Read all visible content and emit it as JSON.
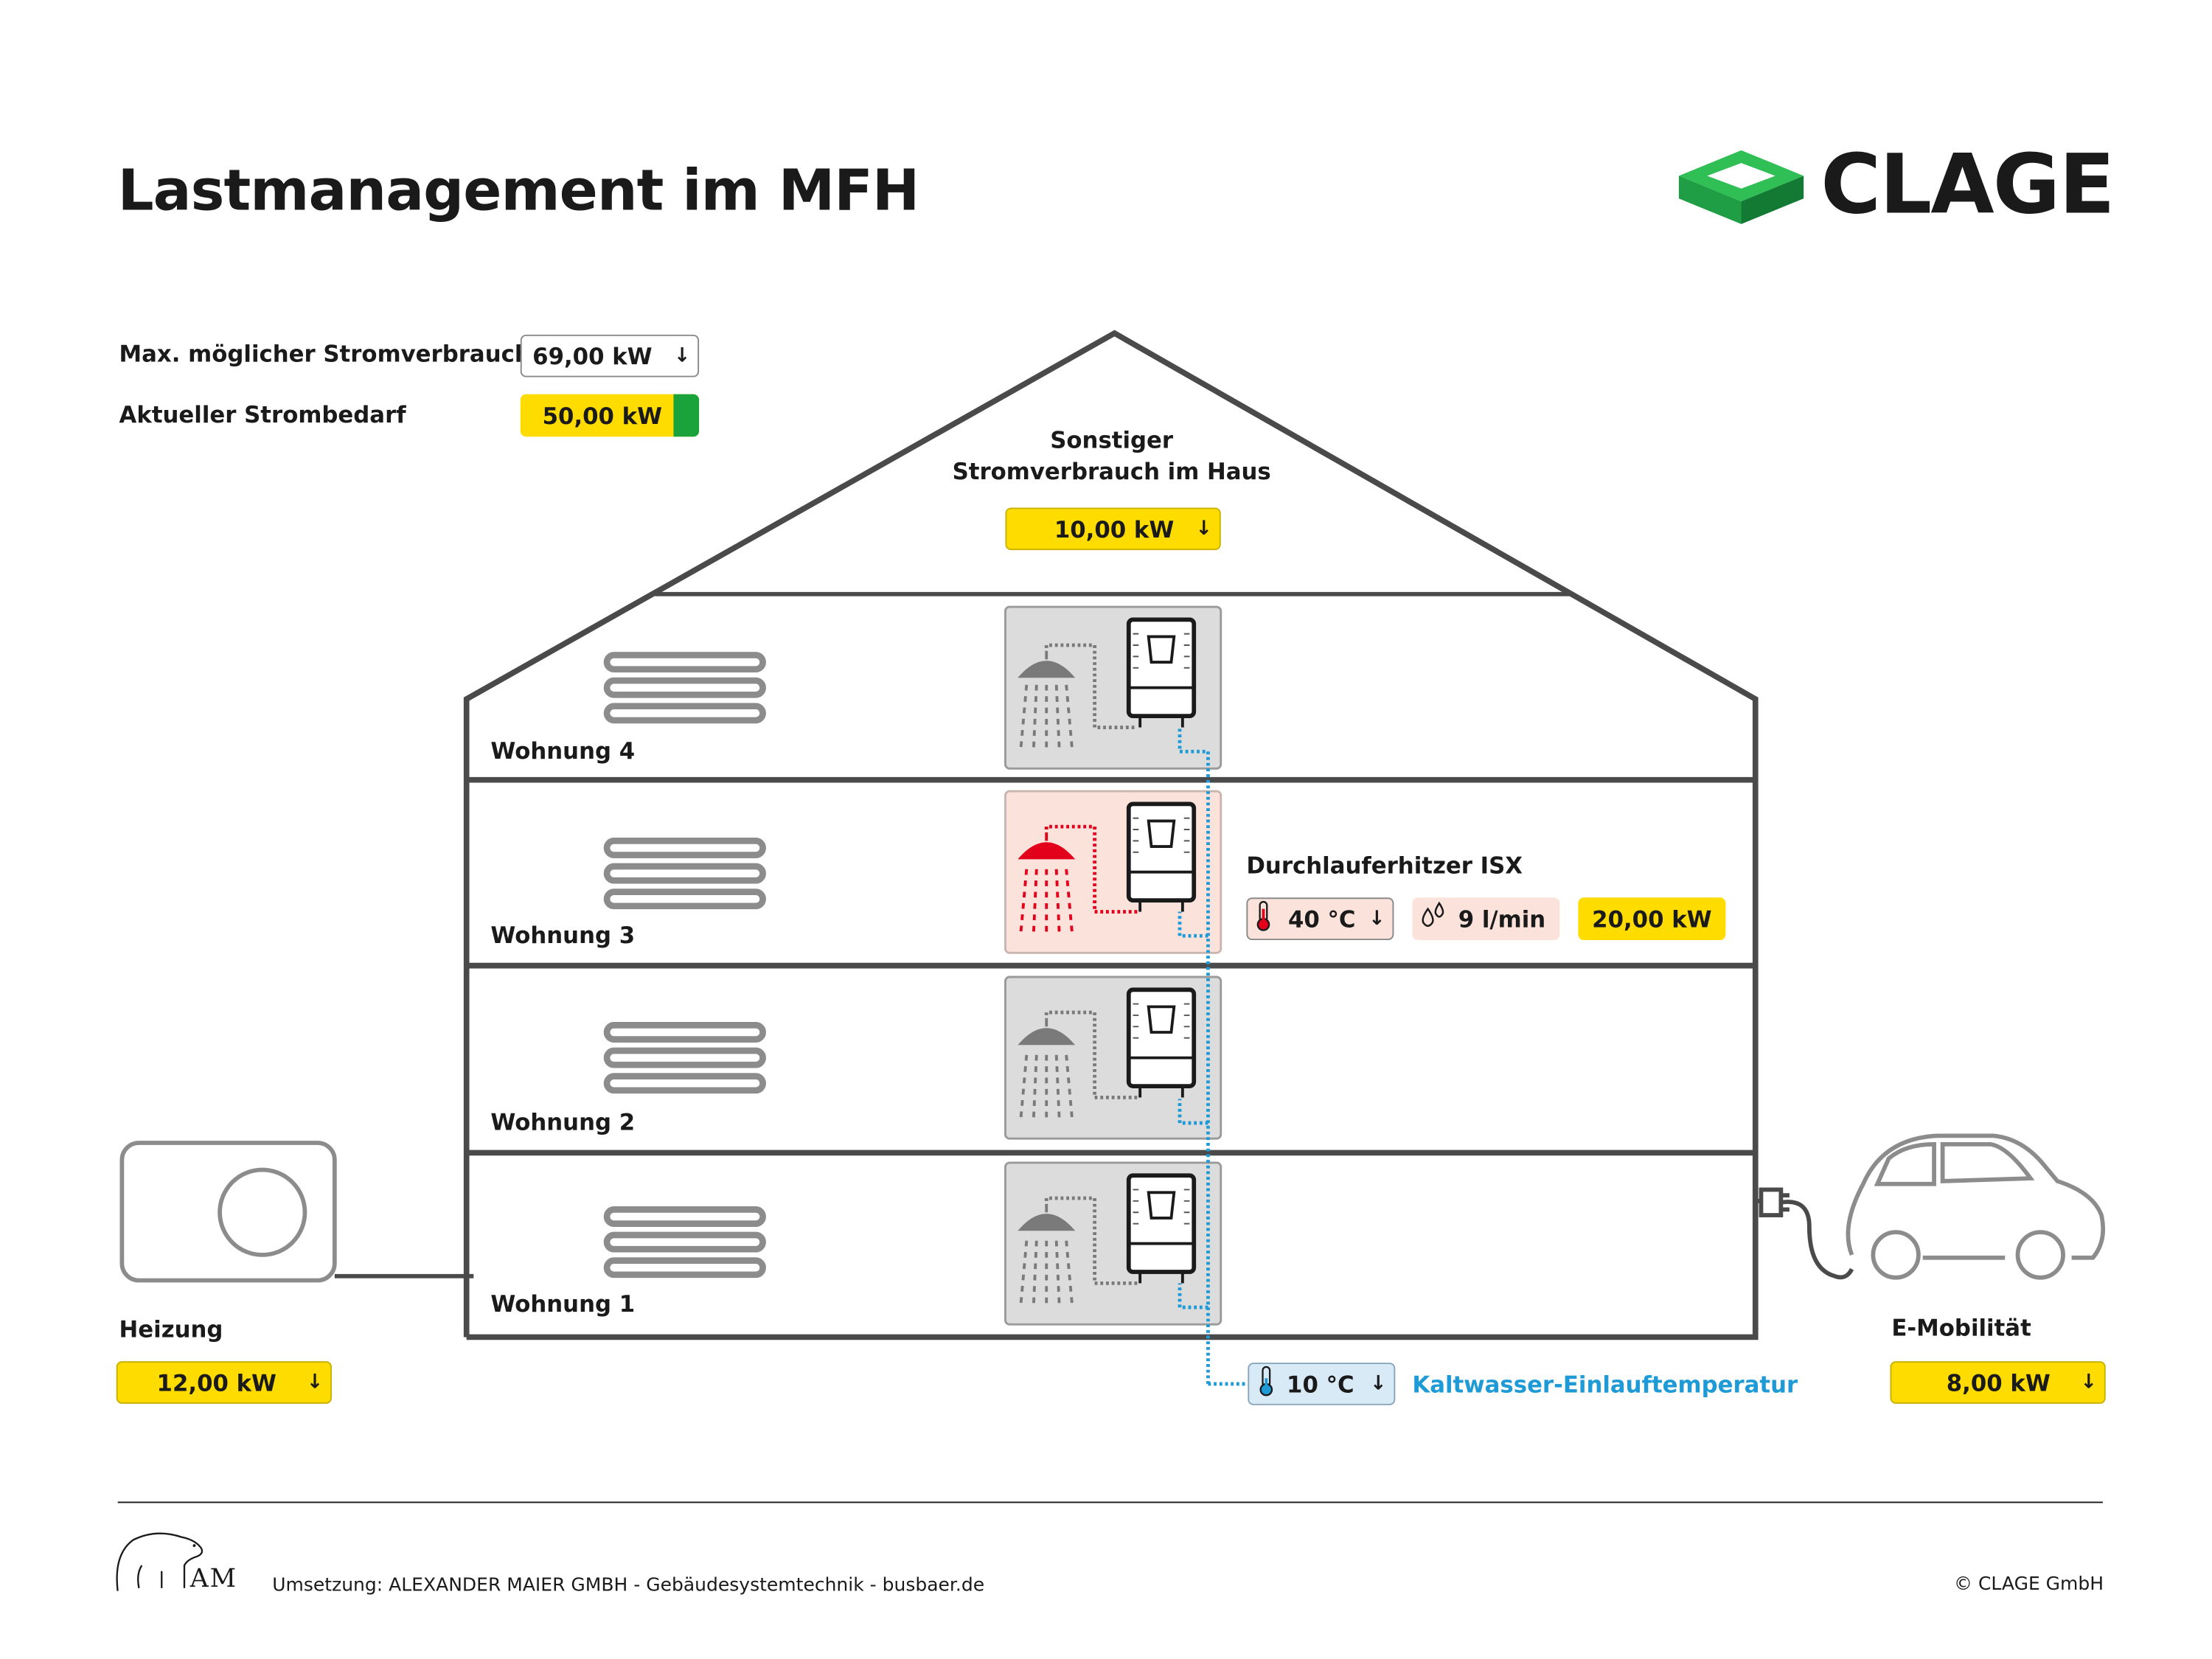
{
  "title": "Lastmanagement im MFH",
  "brand": {
    "name": "CLAGE",
    "color_light": "#27b24a",
    "color_dark": "#14843a"
  },
  "max_power": {
    "label": "Max. möglicher Stromverbrauch",
    "value": "69,00 kW"
  },
  "current_demand": {
    "label": "Aktueller Strombedarf",
    "value": "50,00 kW"
  },
  "other_consumption": {
    "label_line1": "Sonstiger",
    "label_line2": "Stromverbrauch im Haus",
    "value": "10,00 kW"
  },
  "apartments": [
    {
      "label": "Wohnung 4",
      "active": false
    },
    {
      "label": "Wohnung 3",
      "active": true
    },
    {
      "label": "Wohnung 2",
      "active": false
    },
    {
      "label": "Wohnung 1",
      "active": false
    }
  ],
  "heater": {
    "name": "Durchlauferhitzer ISX",
    "temperature": "40 °C",
    "flow": "9 l/min",
    "power": "20,00 kW"
  },
  "heating": {
    "label": "Heizung",
    "value": "12,00 kW"
  },
  "emobility": {
    "label": "E-Mobilität",
    "value": "8,00 kW"
  },
  "cold_water": {
    "temperature": "10 °C",
    "label": "Kaltwasser-Einlauftemperatur"
  },
  "footer": {
    "logo_text": "AM",
    "credit": "Umsetzung: ALEXANDER MAIER GMBH - Gebäudesystemtechnik - busbaer.de",
    "copyright": "© CLAGE GmbH"
  },
  "colors": {
    "yellow": "#ffdc00",
    "green": "#1aa33a",
    "red": "#e3001b",
    "blue": "#1e9ad6",
    "line": "#4a4a4a"
  },
  "icons": [
    "shower-icon",
    "water-heater-icon",
    "radiator-icon",
    "thermometer-icon",
    "droplets-icon",
    "arrow-down-icon",
    "heat-pump-icon",
    "car-icon",
    "plug-icon",
    "bear-logo-icon"
  ]
}
